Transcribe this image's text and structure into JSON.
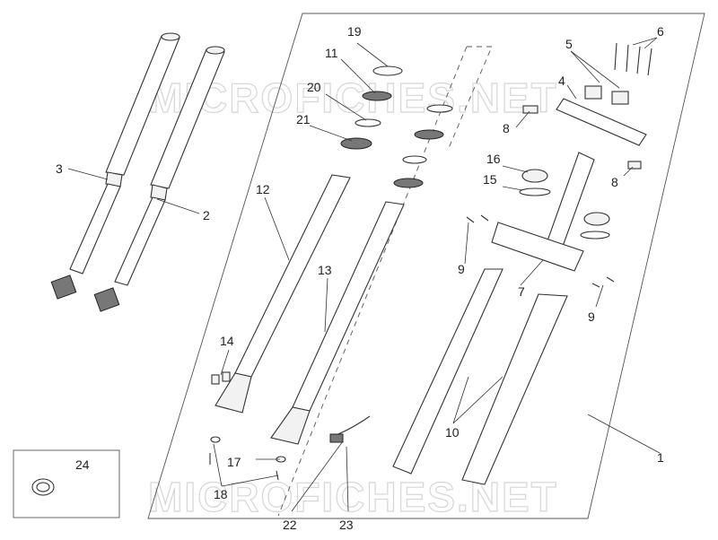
{
  "watermark": "MICROFICHES.NET",
  "callouts": {
    "c1": "1",
    "c2": "2",
    "c3": "3",
    "c4": "4",
    "c5": "5",
    "c6": "6",
    "c7": "7",
    "c8a": "8",
    "c8b": "8",
    "c9a": "9",
    "c9b": "9",
    "c10": "10",
    "c11": "11",
    "c12": "12",
    "c13": "13",
    "c14": "14",
    "c15": "15",
    "c16": "16",
    "c17": "17",
    "c18": "18",
    "c19": "19",
    "c20": "20",
    "c21": "21",
    "c22": "22",
    "c23": "23",
    "c24": "24"
  }
}
